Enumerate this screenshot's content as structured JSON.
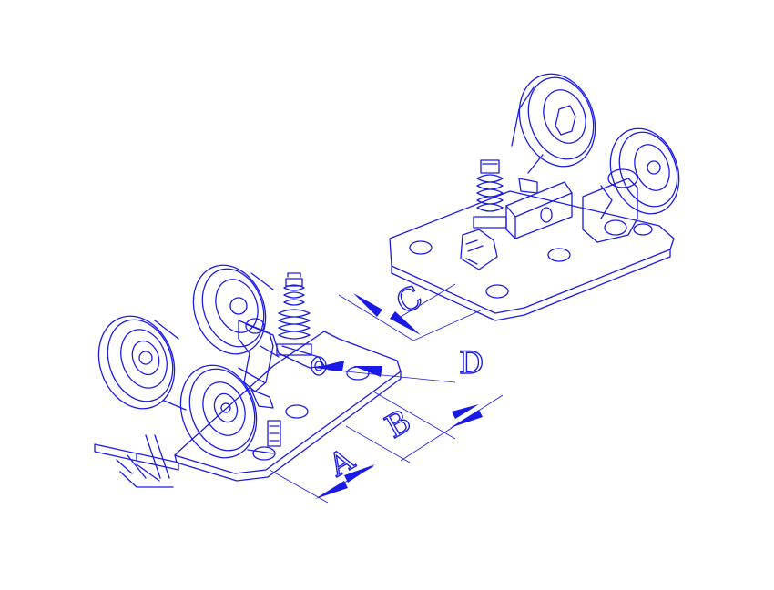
{
  "diagram": {
    "ink_color": "#1a1ae6",
    "background": "#ffffff",
    "dimension_labels": {
      "a": "A",
      "b": "B",
      "c": "C",
      "d": "D"
    }
  }
}
